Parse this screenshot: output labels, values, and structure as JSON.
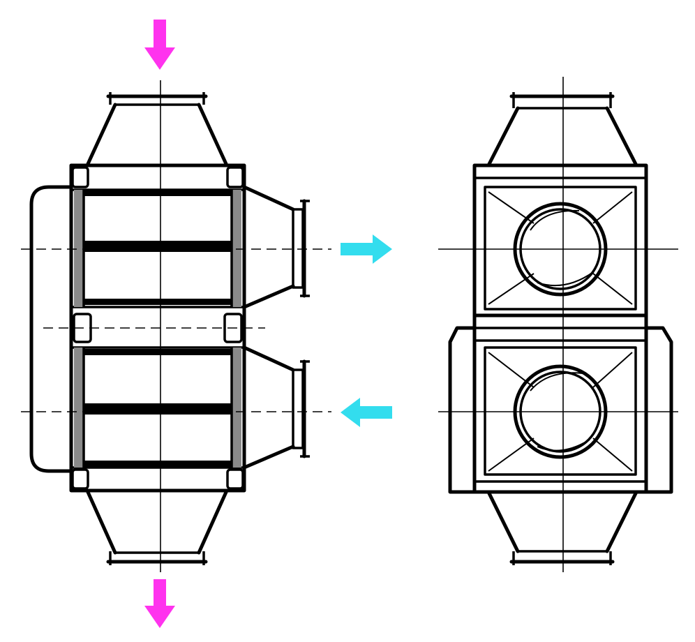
{
  "colors": {
    "line": "#000000",
    "flow_arrow_vertical": "#ff33ee",
    "flow_arrow_horizontal": "#33ddee",
    "background": "#ffffff"
  },
  "side_view": {
    "module_labels": [
      "",
      "",
      "",
      ""
    ]
  },
  "flow_arrows": [
    {
      "name": "top-inlet-arrow",
      "direction": "down",
      "color": "magenta"
    },
    {
      "name": "bottom-outlet-arrow",
      "direction": "down",
      "color": "magenta"
    },
    {
      "name": "right-outlet-arrow",
      "direction": "right",
      "color": "cyan"
    },
    {
      "name": "right-inlet-arrow",
      "direction": "left",
      "color": "cyan"
    }
  ]
}
